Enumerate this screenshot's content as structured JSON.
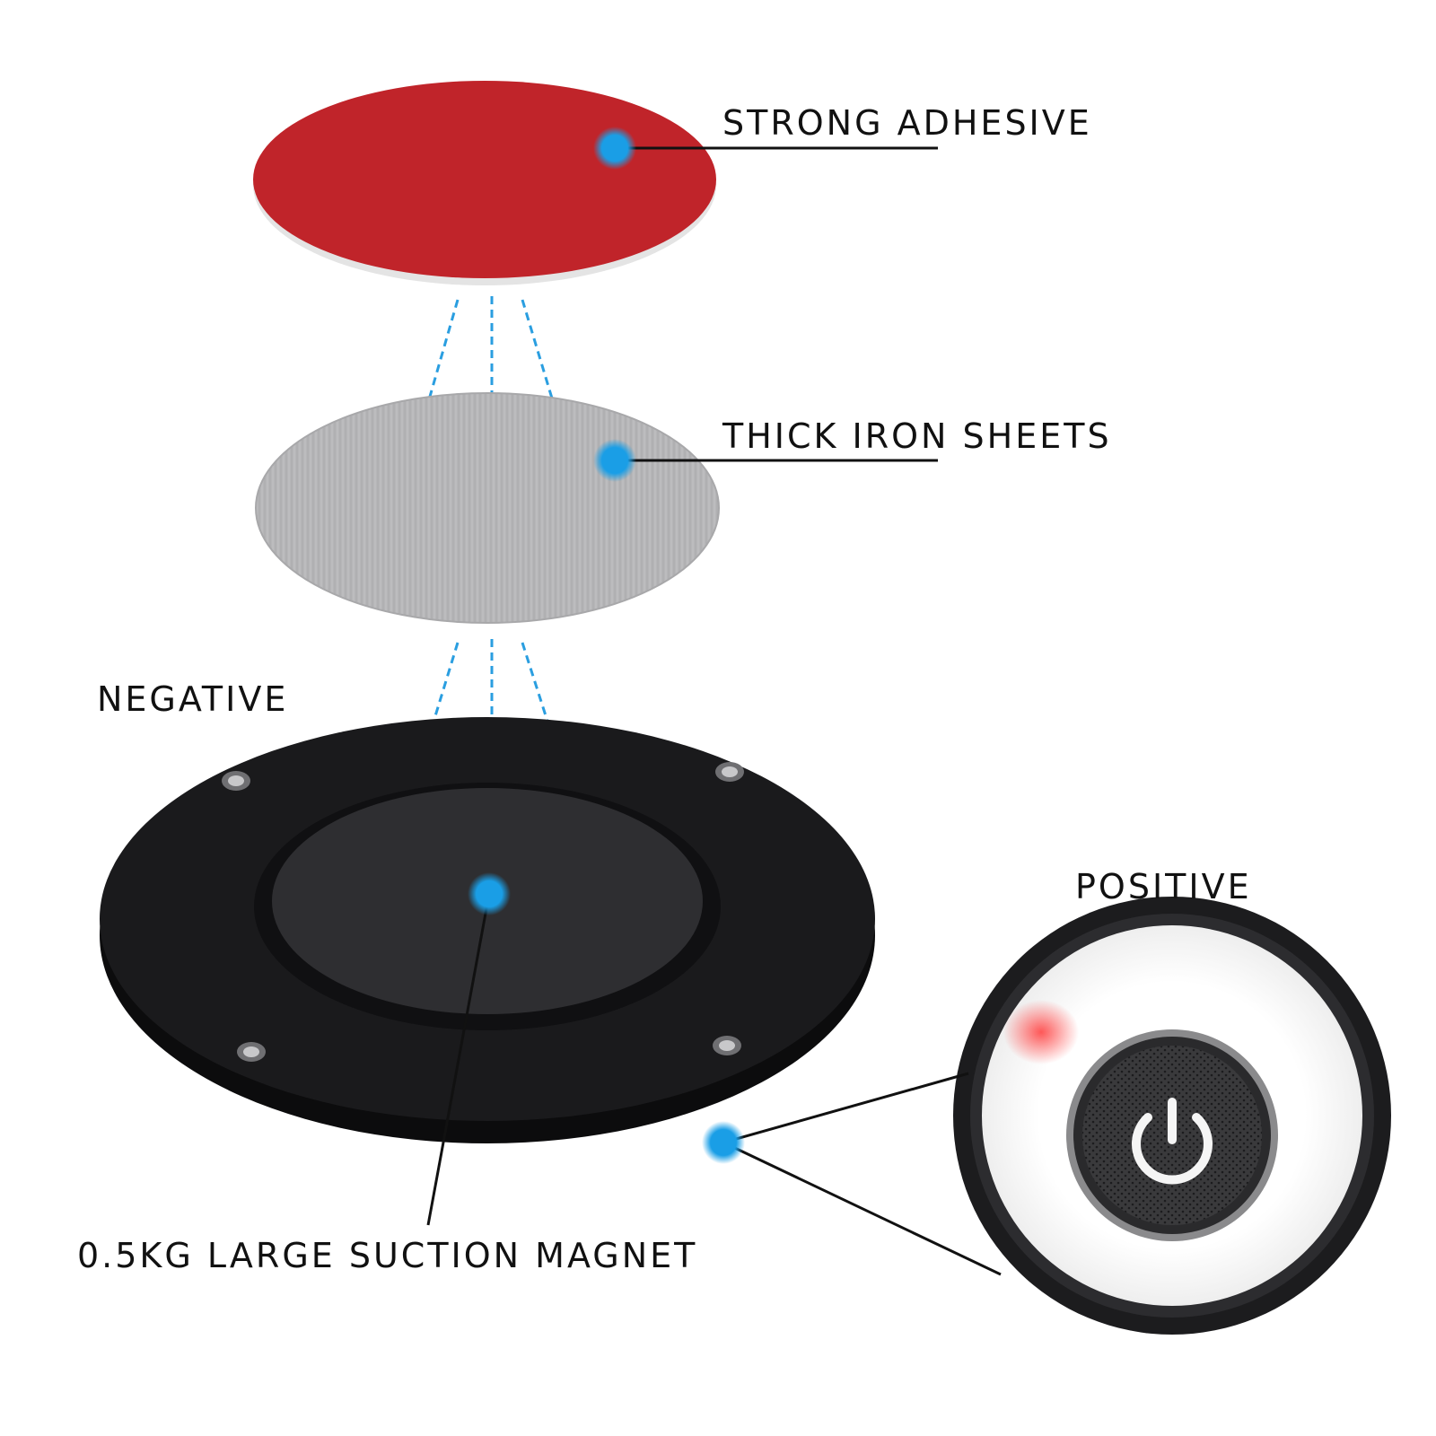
{
  "labels": {
    "strong_adhesive": "STRONG ADHESIVE",
    "thick_iron_sheets": "THICK IRON SHEETS",
    "negative": "NEGATIVE",
    "positive": "POSITIVE",
    "suction_magnet": "0.5KG LARGE SUCTION MAGNET"
  },
  "colors": {
    "adhesive": "#c0242a",
    "iron": "#b5b5b7",
    "base": "#141416",
    "magnet_face": "#2e2e31",
    "marker": "#1a9ee6",
    "arrow": "#2a9ee0",
    "indicator_red": "#ff4a4a"
  },
  "icons": {
    "power": "power-icon"
  }
}
